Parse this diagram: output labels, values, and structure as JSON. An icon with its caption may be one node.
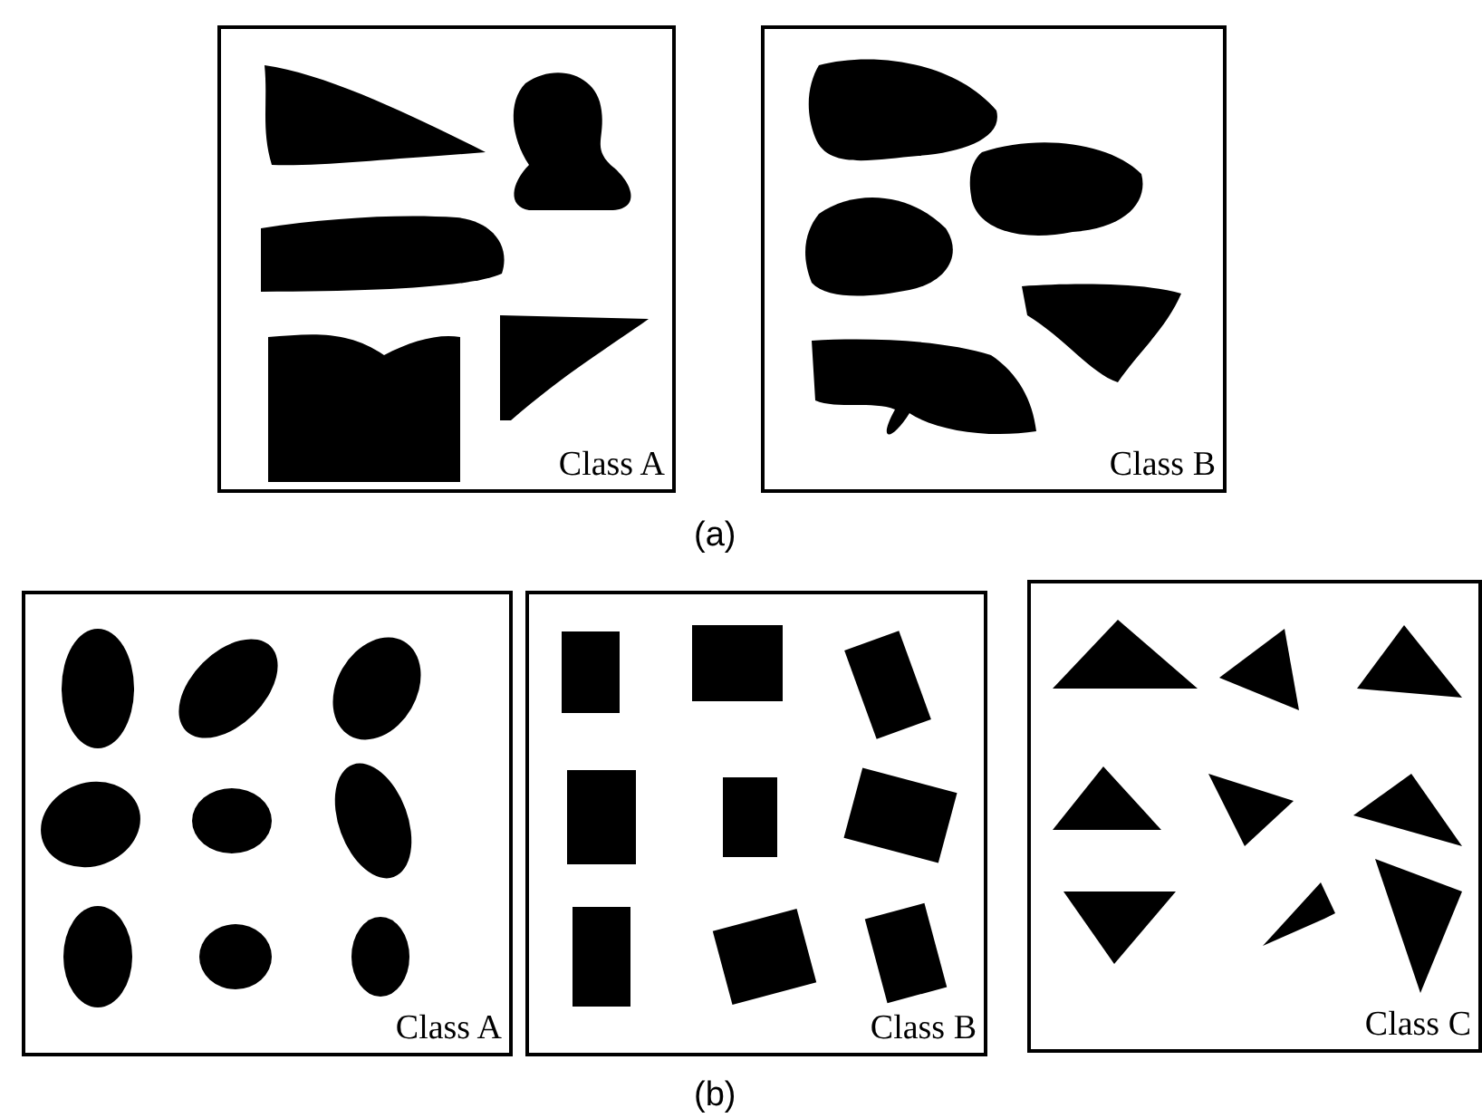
{
  "diagram": {
    "nodes": [
      {
        "text": [
          "Class A"
        ]
      },
      {
        "text": [
          "Class B"
        ]
      },
      {
        "text": [
          "Class A"
        ]
      },
      {
        "text": [
          "Class B"
        ]
      },
      {
        "text": [
          "Class C"
        ]
      }
    ],
    "labels": [
      "(a)",
      "(b)"
    ]
  }
}
